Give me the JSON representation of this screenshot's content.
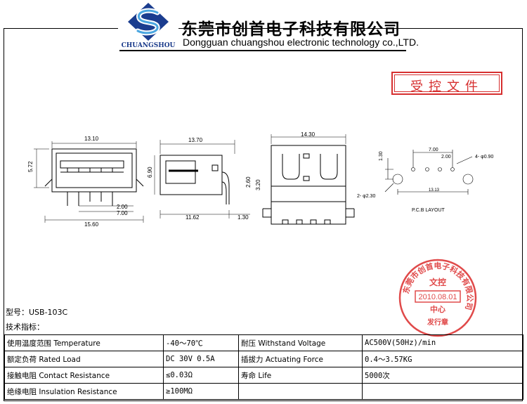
{
  "header": {
    "logo_text": "CHUANGSHOU",
    "company_cn": "东莞市创首电子科技有限公司",
    "company_en": "Dongguan chuangshou electronic technology co.,LTD.",
    "controlled_label": "受控文件"
  },
  "drawing": {
    "front": {
      "width_top": "13.10",
      "height": "5.72",
      "dim_a": "2.00",
      "dim_b": "7.00",
      "width_bottom": "15.60"
    },
    "side": {
      "length": "13.70",
      "height": "6.90",
      "dim_a": "2.60",
      "dim_b": "3.20",
      "bottom_a": "11.62",
      "bottom_b": "1.30"
    },
    "top": {
      "width": "14.30"
    },
    "pcb": {
      "dim_a": "1.30",
      "dim_b": "7.00",
      "dim_c": "2.00",
      "hole_a": "4- φ0.90",
      "span": "13.13",
      "hole_b": "2- φ2.30",
      "caption": "P.C.B  LAYOUT"
    }
  },
  "stamp": {
    "ring_text": "东莞市创首电子科技有限公司",
    "top": "文控",
    "date": "2010.08.01",
    "middle": "中心",
    "bottom": "发行章"
  },
  "spec": {
    "model": "型号：USB-103C",
    "title": "技术指标：",
    "rows": [
      {
        "label_cn": "使用温度范围",
        "label_en": "Temperature",
        "value": "-40～70℃",
        "label2_cn": "耐压",
        "label2_en": "Withstand Voltage",
        "value2": "AC500V(50Hz)/min"
      },
      {
        "label_cn": "额定负荷",
        "label_en": "Rated Load",
        "value": "DC 30V 0.5A",
        "label2_cn": "插拔力",
        "label2_en": "Actuating Force",
        "value2": "0.4～3.57KG"
      },
      {
        "label_cn": "接触电阻",
        "label_en": "Contact Resistance",
        "value": "≤0.03Ω",
        "label2_cn": "寿命",
        "label2_en": "Life",
        "value2": "5000次"
      },
      {
        "label_cn": "绝缘电阻",
        "label_en": "Insulation Resistance",
        "value": "≥100MΩ",
        "label2_cn": "",
        "label2_en": "",
        "value2": ""
      }
    ]
  }
}
